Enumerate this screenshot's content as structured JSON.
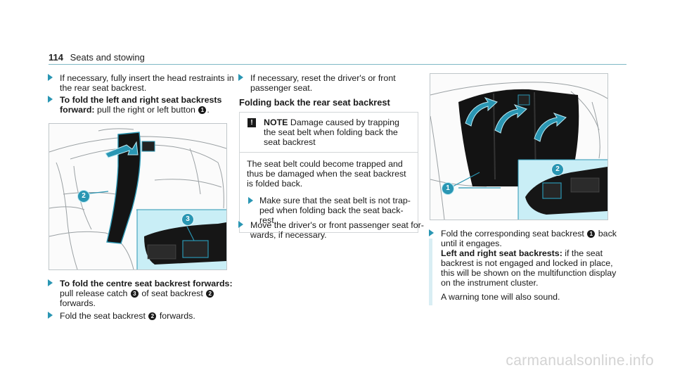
{
  "header": {
    "page_number": "114",
    "section": "Seats and stowing"
  },
  "col1": {
    "step1": "If necessary, fully insert the head restraints in the rear seat backrest.",
    "step2_bold": "To fold the left and right seat backrests forward:",
    "step2_a": "pull the right or left button",
    "step2_b": ".",
    "step3_bold": "To fold the centre seat backrest for­wards:",
    "step3_a": "pull release catch",
    "step3_b": "of seat back­rest",
    "step3_c": "forwards.",
    "step4_a": "Fold the seat backrest",
    "step4_b": "forwards."
  },
  "col2": {
    "step1": "If necessary, reset the driver's or front passenger seat.",
    "section_title": "Folding back the rear seat backrest",
    "note_label": "NOTE",
    "note_title": "Damage caused by trapping the seat belt when folding back the seat backrest",
    "note_body": "The seat belt could become trapped and thus be damaged when the seat backrest is folded back.",
    "note_step": "Make sure that the seat belt is not trap­ped when folding back the seat back­rest.",
    "step2": "Move the driver's or front passenger seat for­wards, if necessary."
  },
  "col3": {
    "step1_a": "Fold the corresponding seat backrest",
    "step1_b": "back until it engages.",
    "step1_bold": "Left and right seat backrests:",
    "step1_c": "if the seat backrest is not engaged and locked in place, this will be shown on the multifunction dis­play on the instrument cluster.",
    "step1_d": "A warning tone will also sound."
  },
  "callouts": {
    "one": "1",
    "two": "2",
    "three": "3"
  },
  "watermark": "carmanualsonline.info",
  "colors": {
    "accent": "#2a96b3",
    "inset_bg": "#c9eef6"
  }
}
